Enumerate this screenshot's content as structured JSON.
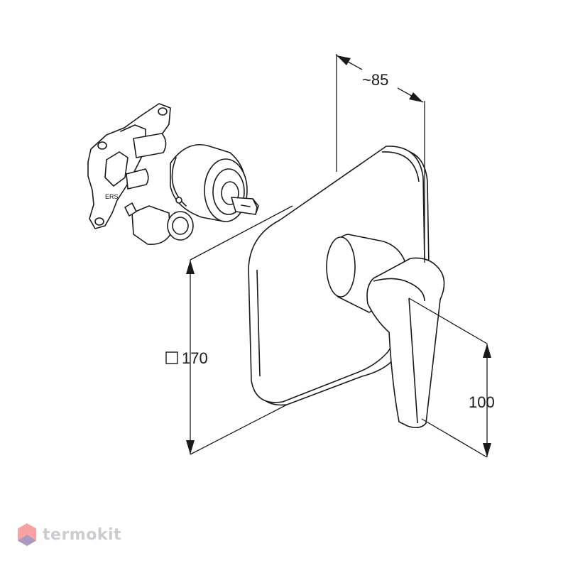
{
  "dimensions": {
    "depth": "~85",
    "plate_size": "170",
    "handle_height": "100"
  },
  "watermark": {
    "text": "termokit"
  },
  "icons": {
    "square": "square-symbol-icon",
    "logo": "termokit-logo-icon"
  },
  "colors": {
    "line": "#1a1a1a",
    "watermark_text": "#c9cdd2",
    "logo_red": "#f05a5a",
    "logo_blue": "#6b8fd6"
  }
}
